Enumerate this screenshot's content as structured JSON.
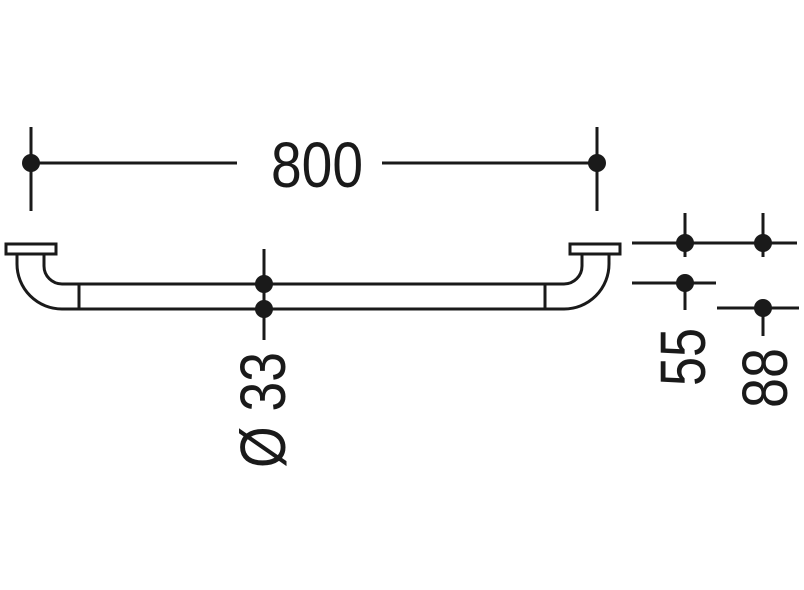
{
  "colors": {
    "background": "#ffffff",
    "ink": "#1a1a1a"
  },
  "drawing_title": "grab-bar-dimension-drawing",
  "dimensions": {
    "length": "800",
    "diameter": "Ø 33",
    "wall_offset_near": "55",
    "wall_offset_far": "88"
  }
}
